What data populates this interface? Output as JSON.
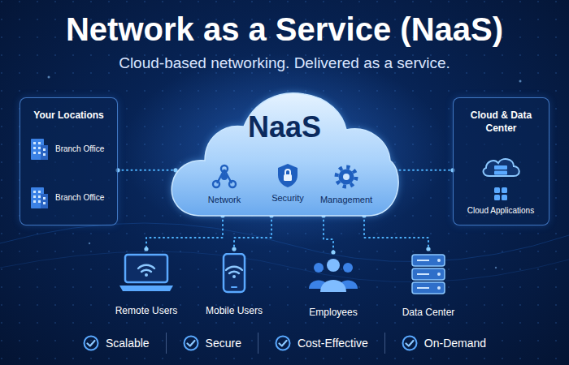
{
  "diagram": {
    "title": "Network as a Service (NaaS)",
    "nodes": [
      {
        "text": [
          "Your Locations"
        ]
      },
      {
        "text": [
          "Branch Office"
        ],
        "in": 0
      },
      {
        "text": [
          "Branch Office"
        ],
        "in": 0
      },
      {
        "text": [
          "NaaS"
        ]
      },
      {
        "text": [
          "Network"
        ],
        "in": 3
      },
      {
        "text": [
          "Security"
        ],
        "in": 3
      },
      {
        "text": [
          "Management"
        ],
        "in": 3
      },
      {
        "text": [
          "Cloud & Data Center"
        ]
      },
      {
        "text": [
          "Cloud Applications"
        ],
        "in": 7
      },
      {
        "text": [
          "Remote Users"
        ]
      },
      {
        "text": [
          "Mobile Users"
        ]
      },
      {
        "text": [
          "Employees"
        ]
      },
      {
        "text": [
          "Data Center"
        ]
      }
    ],
    "edges": [
      {
        "from": 0,
        "to": 3,
        "arrow": "none"
      },
      {
        "from": 3,
        "to": 7,
        "arrow": "none"
      },
      {
        "from": 3,
        "to": 9,
        "arrow": "none"
      },
      {
        "from": 3,
        "to": 10,
        "arrow": "none"
      },
      {
        "from": 3,
        "to": 11,
        "arrow": "none"
      },
      {
        "from": 3,
        "to": 12,
        "arrow": "none"
      }
    ],
    "labels": [
      "Cloud-based networking. Delivered as a service.",
      "Scalable",
      "Secure",
      "Cost-Effective",
      "On-Demand"
    ]
  }
}
